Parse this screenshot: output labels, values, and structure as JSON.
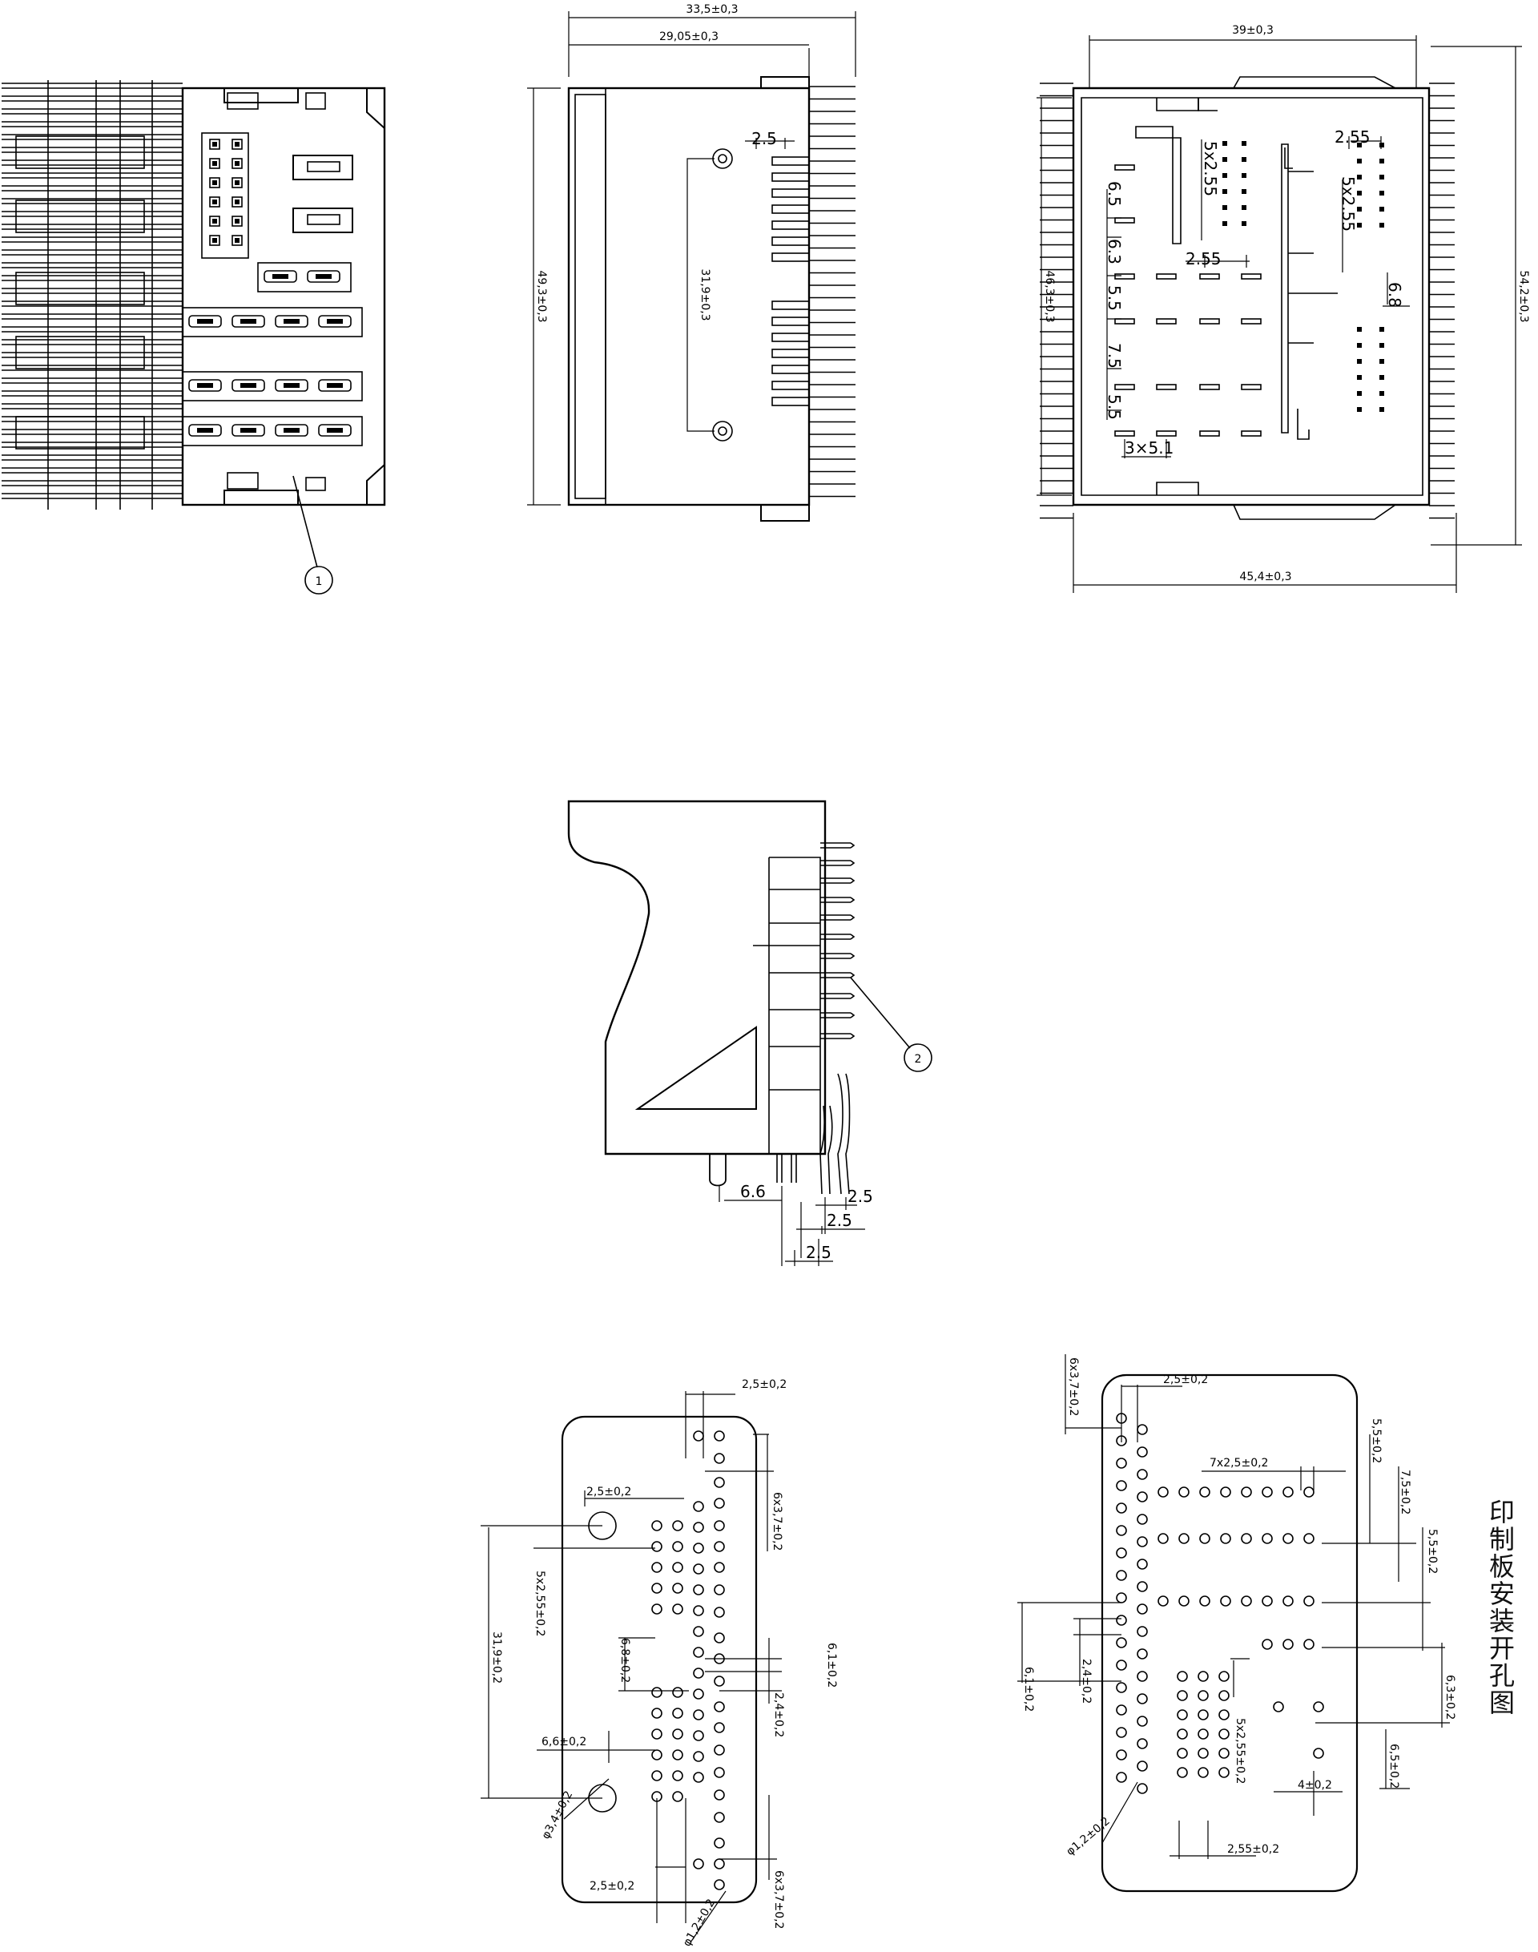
{
  "views": {
    "front": {
      "balloon": "1",
      "pin_rows": 33
    },
    "side": {
      "dim_overall_width": "33,5±0,3",
      "dim_inner_width": "29,05±0,3",
      "dim_height": "49,3±0,3",
      "dim_peg_span": "31,9±0,3",
      "dim_pitch": "2.5"
    },
    "rear": {
      "dim_top_width": "39±0,3",
      "dim_bottom_width": "45,4±0,3",
      "dim_height_left": "46,3±0,3",
      "dim_height_right": "54,2±0,3",
      "dim_pitch_top": "2.55",
      "dim_col1": "5x2.55",
      "dim_col2": "5x2.55",
      "dim_pitch_mid": "2.55",
      "dim_row_a": "6.5",
      "dim_row_b": "6.3",
      "dim_row_c": "5.5",
      "dim_row_d": "7.5",
      "dim_row_e": "5.5",
      "dim_right_gap": "6.8",
      "dim_bottom_pitch": "3×5.1"
    },
    "profile": {
      "balloon": "2",
      "dim_peg_offset": "6.6",
      "dim_pitch_1": "2.5",
      "dim_pitch_2": "2.5",
      "dim_pitch_3": "2.5"
    },
    "pcb_left": {
      "dim_top_pitch": "2,5±0,2",
      "dim_hole_pitch": "2,5±0,2",
      "dim_vertical_pitch": "5x2,55±0,2",
      "dim_peg_span": "31,9±0,2",
      "dim_gap": "6,8±0,2",
      "dim_peg_offset": "6,6±0,2",
      "dim_peg_dia": "φ3,4±0,2",
      "dim_bottom_pitch": "2,5±0,2",
      "dim_right_top": "6x3,7±0,2",
      "dim_right_mid1": "6,1±0,2",
      "dim_right_mid2": "2,4±0,2",
      "dim_right_bottom": "6x3,7±0,2",
      "dim_hole_dia": "φ1,2±0,2"
    },
    "pcb_right": {
      "dim_top_left": "6x3,7±0,2",
      "dim_top_pitch": "2,5±0,2",
      "dim_row_pitch": "7x2,5±0,2",
      "dim_r1": "5,5±0,2",
      "dim_r2": "7,5±0,2",
      "dim_r3": "5,5±0,2",
      "dim_r4": "6,3±0,2",
      "dim_r5": "6,5±0,2",
      "dim_4": "4±0,2",
      "dim_left1": "6,1±0,2",
      "dim_left2": "2,4±0,2",
      "dim_vertical_pitch": "5x2,55±0,2",
      "dim_bottom_pitch": "2,55±0,2",
      "dim_hole_dia": "φ1,2±0,2"
    }
  },
  "caption": "印制板安装开孔图"
}
